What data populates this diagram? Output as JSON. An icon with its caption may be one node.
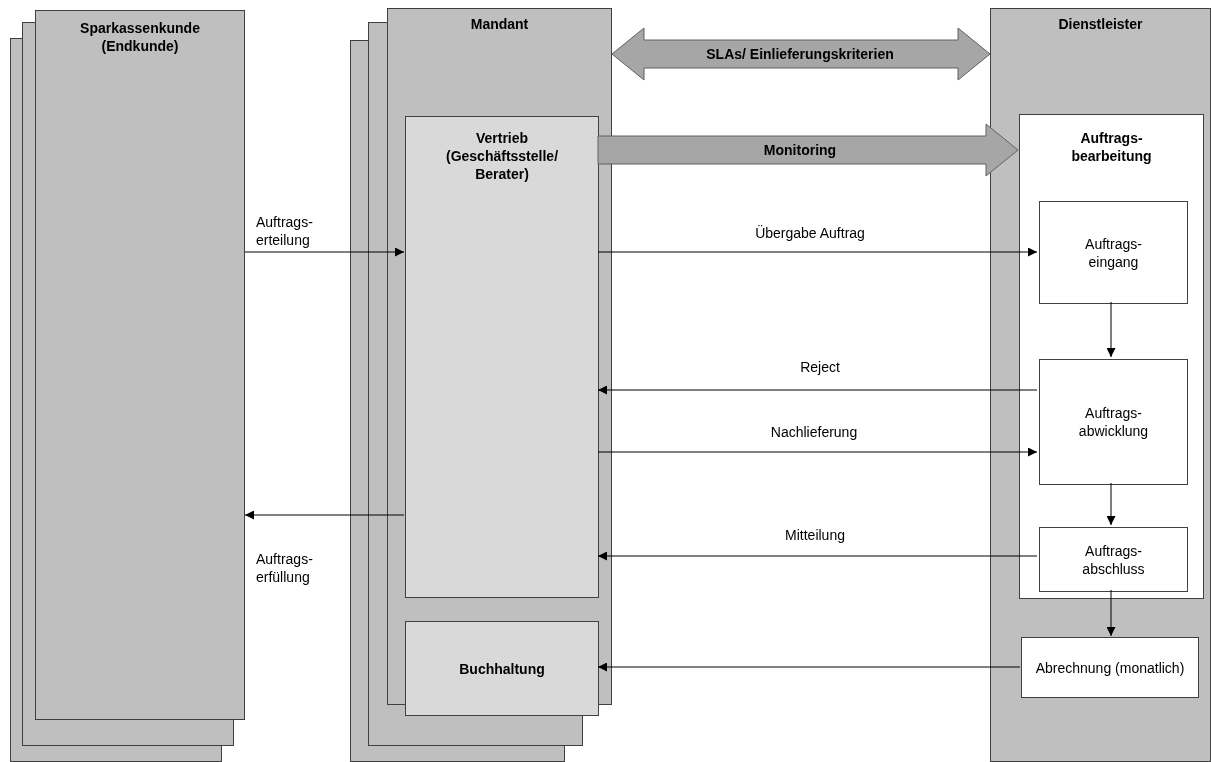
{
  "diagram": {
    "nodes": [
      {
        "text": [
          "Sparkassenkunde (Endkunde)"
        ]
      },
      {
        "text": [
          "Mandant"
        ]
      },
      {
        "text": [
          "Vertrieb (Geschäftsstelle/ Berater)"
        ],
        "in": 1
      },
      {
        "text": [
          "Buchhaltung"
        ],
        "in": 1
      },
      {
        "text": [
          "Dienstleister"
        ]
      },
      {
        "text": [
          "Auftrags- bearbeitung"
        ],
        "in": 4
      },
      {
        "text": [
          "Auftrags- eingang"
        ],
        "in": 5
      },
      {
        "text": [
          "Auftrags- abwicklung"
        ],
        "in": 5
      },
      {
        "text": [
          "Auftrags- abschluss"
        ],
        "in": 5
      },
      {
        "text": [
          "Abrechnung (monatlich)"
        ],
        "in": 4
      }
    ],
    "edges": [
      {
        "from": 1,
        "to": 4,
        "arrow": "both",
        "label": "SLAs/ Einlieferungskriterien",
        "style": "thick",
        "color": "#a6a6a6"
      },
      {
        "from": 2,
        "to": 5,
        "arrow": "to",
        "label": "Monitoring",
        "style": "thick",
        "color": "#a6a6a6"
      },
      {
        "from": 0,
        "to": 2,
        "arrow": "to",
        "label": "Auftrags- erteilung"
      },
      {
        "from": 2,
        "to": 6,
        "arrow": "to",
        "label": "Übergabe Auftrag"
      },
      {
        "from": 6,
        "to": 7,
        "arrow": "to"
      },
      {
        "from": 7,
        "to": 2,
        "arrow": "to",
        "label": "Reject"
      },
      {
        "from": 2,
        "to": 7,
        "arrow": "to",
        "label": "Nachlieferung"
      },
      {
        "from": 2,
        "to": 0,
        "arrow": "to",
        "label": "Auftrags- erfüllung"
      },
      {
        "from": 7,
        "to": 8,
        "arrow": "to"
      },
      {
        "from": 8,
        "to": 2,
        "arrow": "to",
        "label": "Mitteilung"
      },
      {
        "from": 8,
        "to": 9,
        "arrow": "to"
      },
      {
        "from": 9,
        "to": 3,
        "arrow": "to"
      }
    ]
  }
}
